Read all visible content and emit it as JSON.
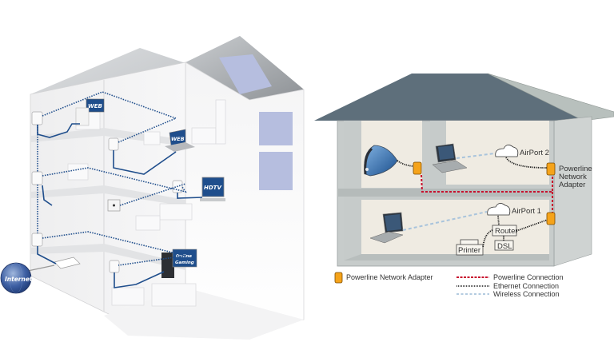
{
  "left_diagram": {
    "internet_label": "Internet",
    "screen_labels": {
      "upstairs_pc": "WEB",
      "laptop": "WEB",
      "tv": "HDTV",
      "gaming_line1": "Online",
      "gaming_line2": "Gaming"
    }
  },
  "right_diagram": {
    "airport_2": "AirPort 2",
    "airport_1": "AirPort 1",
    "router": "Router",
    "dsl": "DSL",
    "printer": "Printer",
    "adapter_label_line1": "Powerline",
    "adapter_label_line2": "Network",
    "adapter_label_line3": "Adapter"
  },
  "legend": {
    "adapter": "Powerline Network Adapter",
    "powerline": "Powerline Connection",
    "ethernet": "Ethernet Connection",
    "wireless": "Wireless Connection"
  },
  "colors": {
    "adapter": "#f5a31a",
    "powerline": "#c8102e",
    "ethernet": "#1a1a1a",
    "wireless": "#a9c4dc",
    "roof": "#5e6f7b",
    "interior": "#efebe2",
    "network_blue": "#1f4e8c"
  }
}
